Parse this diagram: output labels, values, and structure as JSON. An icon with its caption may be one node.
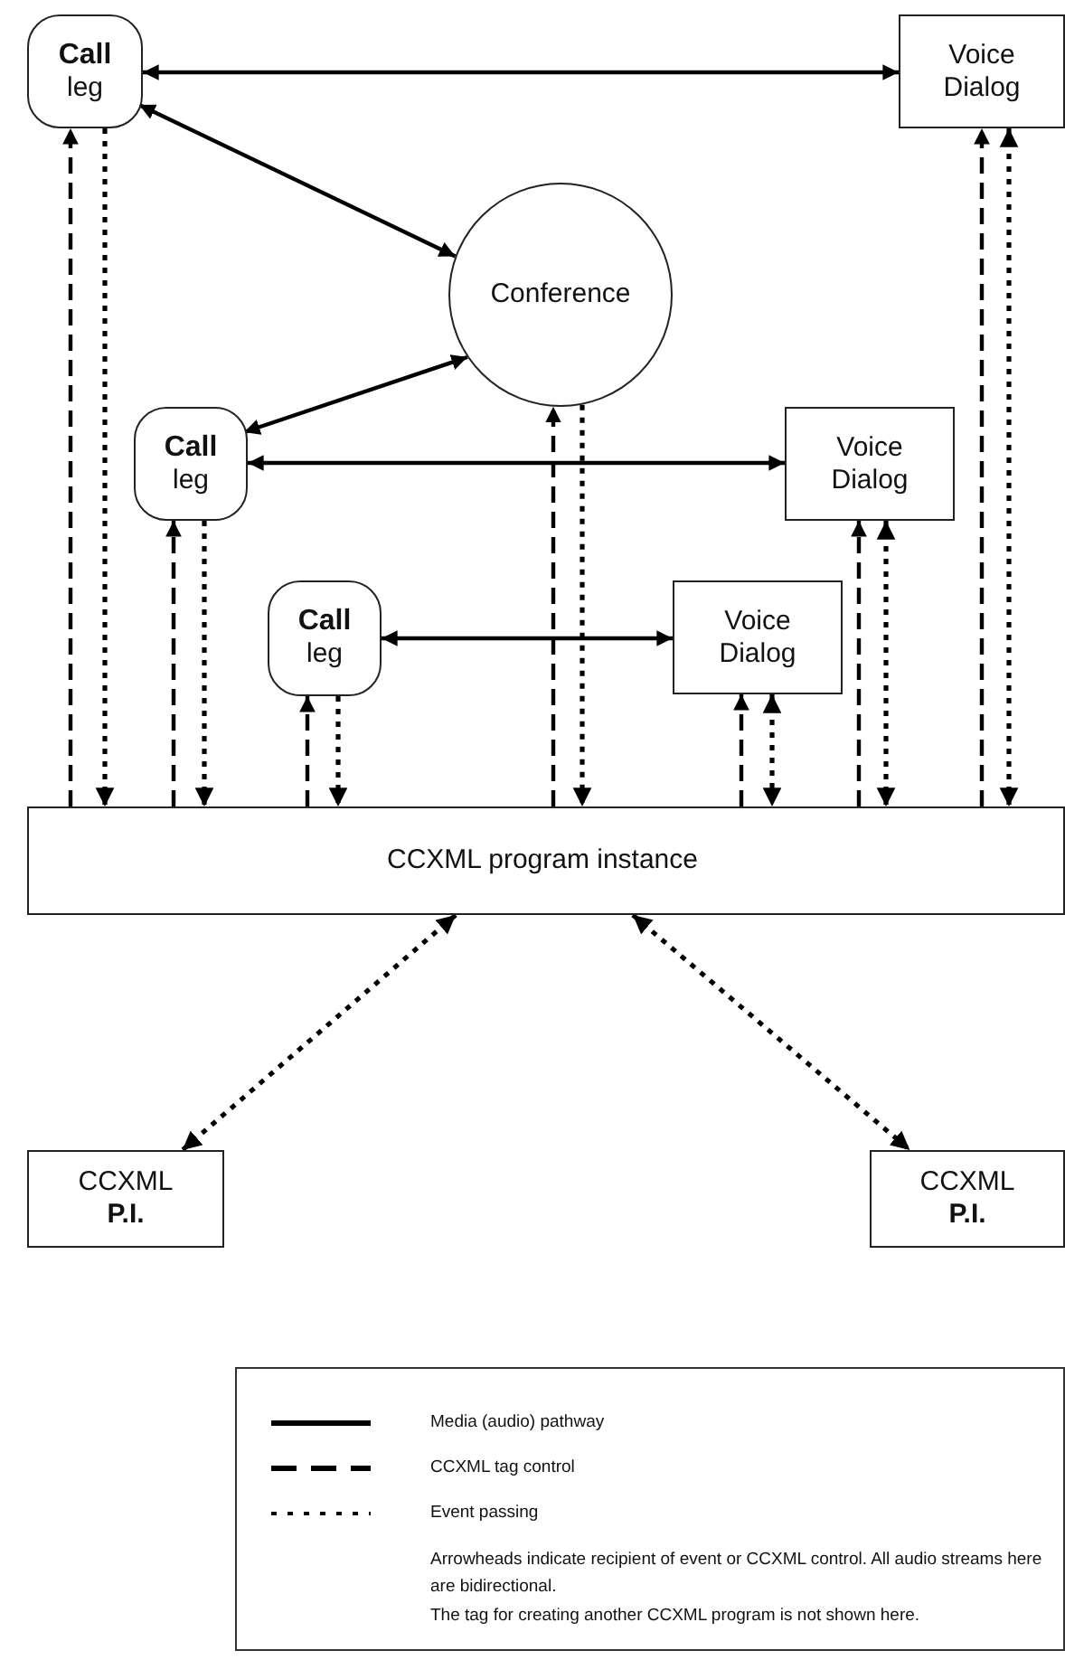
{
  "diagram": {
    "nodes": [
      {
        "text": [
          "**Call** leg"
        ]
      },
      {
        "text": [
          "Voice Dialog"
        ]
      },
      {
        "text": [
          "Conference"
        ]
      },
      {
        "text": [
          "**Call** leg"
        ]
      },
      {
        "text": [
          "Voice Dialog"
        ]
      },
      {
        "text": [
          "**Call** leg"
        ]
      },
      {
        "text": [
          "Voice Dialog"
        ]
      },
      {
        "text": [
          "CCXML  program instance"
        ]
      },
      {
        "text": [
          "CCXML **P.I.**"
        ]
      },
      {
        "text": [
          "CCXML **P.I.**"
        ]
      }
    ],
    "edges": [
      {
        "from": 0,
        "to": 1,
        "arrow": "both"
      },
      {
        "from": 0,
        "to": 2,
        "arrow": "both"
      },
      {
        "from": 3,
        "to": 2,
        "arrow": "both"
      },
      {
        "from": 3,
        "to": 4,
        "arrow": "both"
      },
      {
        "from": 5,
        "to": 6,
        "arrow": "both"
      },
      {
        "from": 7,
        "to": 0,
        "arrow": "to",
        "style": "dashed"
      },
      {
        "from": 0,
        "to": 7,
        "arrow": "to",
        "style": "dashed"
      },
      {
        "from": 7,
        "to": 3,
        "arrow": "to",
        "style": "dashed"
      },
      {
        "from": 3,
        "to": 7,
        "arrow": "to",
        "style": "dashed"
      },
      {
        "from": 7,
        "to": 5,
        "arrow": "to",
        "style": "dashed"
      },
      {
        "from": 5,
        "to": 7,
        "arrow": "to",
        "style": "dashed"
      },
      {
        "from": 7,
        "to": 2,
        "arrow": "to",
        "style": "dashed"
      },
      {
        "from": 2,
        "to": 7,
        "arrow": "to",
        "style": "dashed"
      },
      {
        "from": 7,
        "to": 6,
        "arrow": "to",
        "style": "dashed"
      },
      {
        "from": 6,
        "to": 7,
        "arrow": "both",
        "style": "dashed"
      },
      {
        "from": 7,
        "to": 4,
        "arrow": "to",
        "style": "dashed"
      },
      {
        "from": 4,
        "to": 7,
        "arrow": "both",
        "style": "dashed"
      },
      {
        "from": 7,
        "to": 1,
        "arrow": "to",
        "style": "dashed"
      },
      {
        "from": 1,
        "to": 7,
        "arrow": "both",
        "style": "dashed"
      },
      {
        "from": 7,
        "to": 8,
        "arrow": "both",
        "style": "dashed"
      },
      {
        "from": 7,
        "to": 9,
        "arrow": "both",
        "style": "dashed"
      }
    ],
    "labels": [
      "Arrowheads indicate recipient of event or CCXML control. All audio streams here are bidirectional.",
      "The tag for creating another CCXML program is not shown here."
    ],
    "legend": [
      {
        "text": "Media (audio) pathway"
      },
      {
        "text": "CCXML tag control"
      },
      {
        "text": "Event passing"
      }
    ]
  }
}
